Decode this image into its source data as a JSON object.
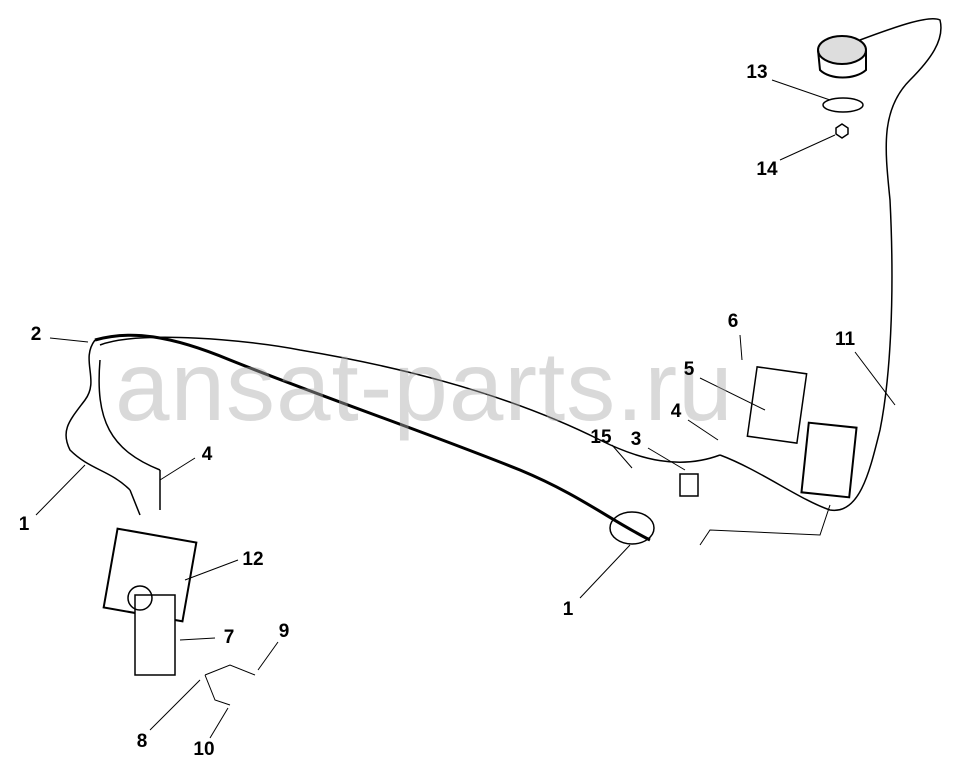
{
  "watermark": "ansat-parts.ru",
  "callouts": [
    {
      "id": "c13",
      "text": "13"
    },
    {
      "id": "c14",
      "text": "14"
    },
    {
      "id": "c6",
      "text": "6"
    },
    {
      "id": "c11",
      "text": "11"
    },
    {
      "id": "c5",
      "text": "5"
    },
    {
      "id": "c4a",
      "text": "4"
    },
    {
      "id": "c15",
      "text": "15"
    },
    {
      "id": "c3",
      "text": "3"
    },
    {
      "id": "c2",
      "text": "2"
    },
    {
      "id": "c4b",
      "text": "4"
    },
    {
      "id": "c1a",
      "text": "1"
    },
    {
      "id": "c12",
      "text": "12"
    },
    {
      "id": "c7",
      "text": "7"
    },
    {
      "id": "c9",
      "text": "9"
    },
    {
      "id": "c1b",
      "text": "1"
    },
    {
      "id": "c8",
      "text": "8"
    },
    {
      "id": "c10",
      "text": "10"
    }
  ]
}
